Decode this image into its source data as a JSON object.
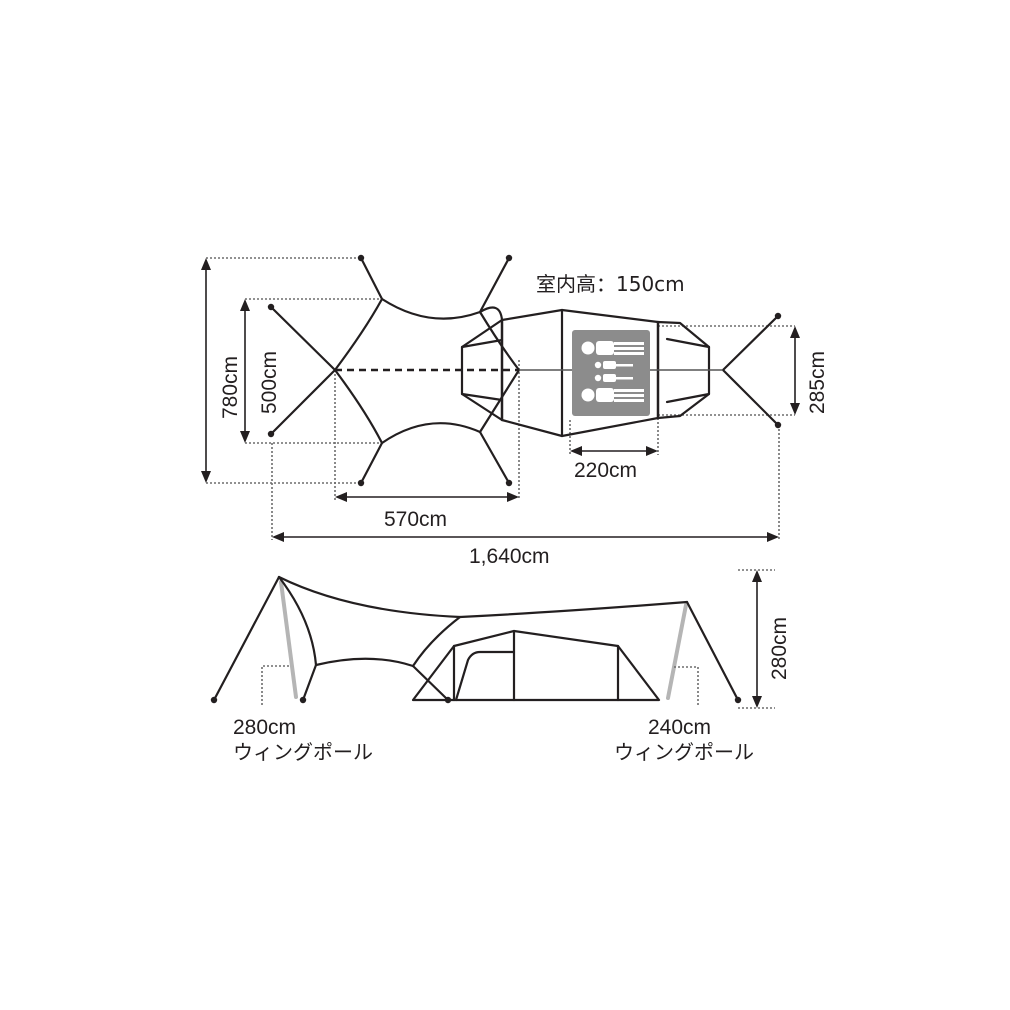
{
  "diagram": {
    "type": "tent-tarp-dimension-drawing",
    "colors": {
      "line": "#231f20",
      "panel": "#8c8c8c",
      "wing_pole": "#b5b5b5",
      "background": "#ffffff"
    },
    "plan_view": {
      "interior_height_label": "室内高：150cm",
      "dimensions": {
        "tarp_total_width": "780cm",
        "tarp_inner_width": "500cm",
        "tent_width": "285cm",
        "tarp_length": "570cm",
        "inner_room_length": "220cm",
        "total_length": "1,640cm"
      },
      "sleeping_capacity_icon": "sleeping-people-icon"
    },
    "side_view": {
      "height_label": "280cm",
      "left_pole": {
        "length": "280cm",
        "name": "ウィングポール"
      },
      "right_pole": {
        "length": "240cm",
        "name": "ウィングポール"
      }
    }
  }
}
